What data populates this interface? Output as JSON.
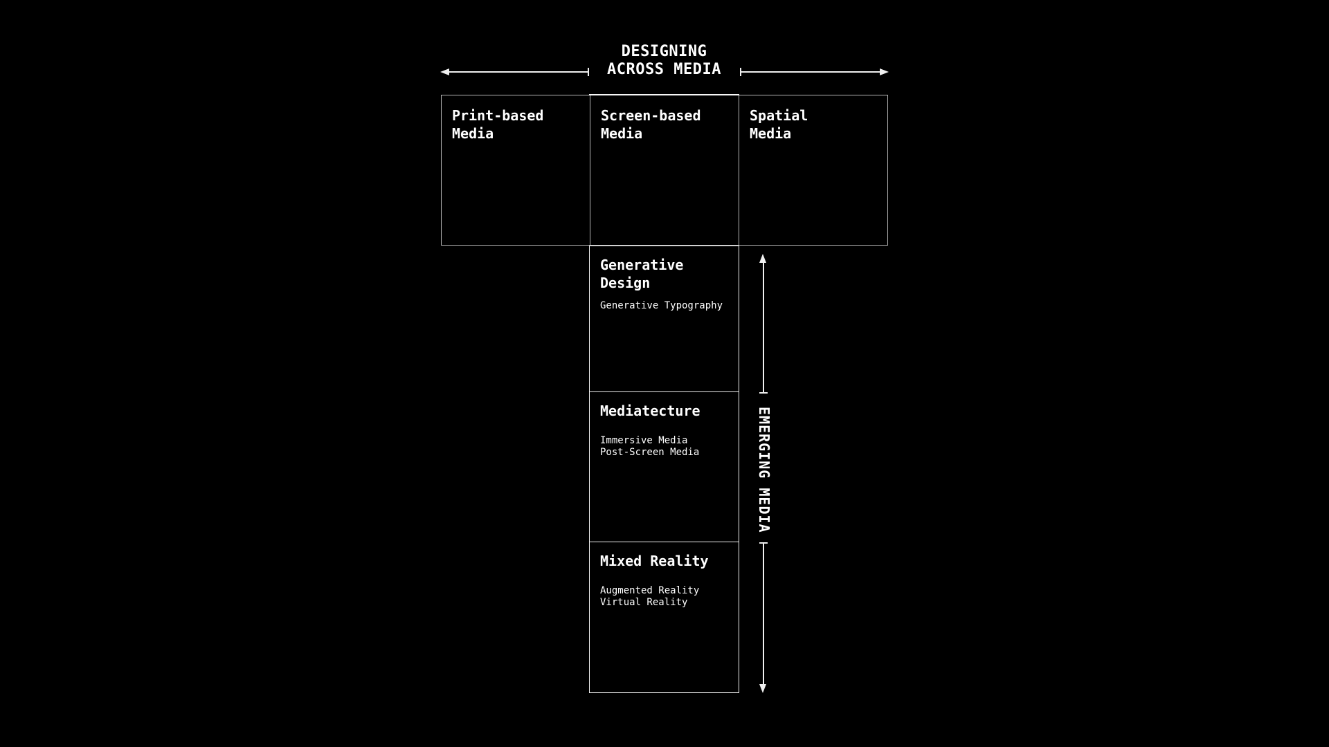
{
  "colors": {
    "background": "#000000",
    "grid_line_gray": "#b9b9b9",
    "highlight_line_white": "#f0f0f0",
    "text": "#ffffff"
  },
  "header": {
    "title_lines": [
      "DESIGNING",
      "ACROSS MEDIA"
    ]
  },
  "media_grid": {
    "columns": [
      {
        "label_lines": [
          "Print-based",
          "Media"
        ]
      },
      {
        "label_lines": [
          "Screen-based",
          "Media"
        ]
      },
      {
        "label_lines": [
          "Spatial",
          "Media"
        ]
      }
    ]
  },
  "emerging_rows": [
    {
      "title_lines": [
        "Generative",
        "Design"
      ],
      "items": [
        "Generative Typography"
      ]
    },
    {
      "title_lines": [
        "Mediatecture"
      ],
      "items": [
        "Immersive Media",
        "Post-Screen Media"
      ]
    },
    {
      "title_lines": [
        "Mixed Reality"
      ],
      "items": [
        "Augmented Reality",
        "Virtual Reality"
      ]
    }
  ],
  "axis": {
    "label": "EMERGING MEDIA"
  },
  "icons": {
    "arrow-left-icon": "css-triangle-left",
    "arrow-right-icon": "css-triangle-right",
    "arrow-up-icon": "css-triangle-up",
    "arrow-down-icon": "css-triangle-down",
    "end-tick-icon": "css-bar"
  }
}
